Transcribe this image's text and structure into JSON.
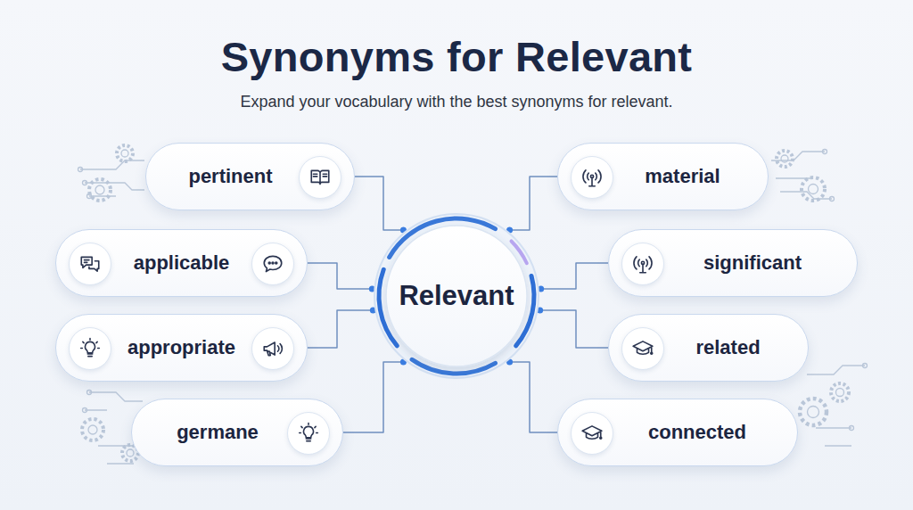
{
  "diagram": {
    "title": "Synonyms for Relevant",
    "caption": "Expand your vocabulary with the best synonyms for relevant.",
    "nodes": [
      {
        "text": [
          "Relevant"
        ]
      },
      {
        "text": [
          "pertinent"
        ]
      },
      {
        "text": [
          "applicable"
        ]
      },
      {
        "text": [
          "appropriate"
        ]
      },
      {
        "text": [
          "germane"
        ]
      },
      {
        "text": [
          "material"
        ]
      },
      {
        "text": [
          "significant"
        ]
      },
      {
        "text": [
          "related"
        ]
      },
      {
        "text": [
          "connected"
        ]
      }
    ],
    "edges": [
      {
        "from": 0,
        "to": 1,
        "arrow": "none"
      },
      {
        "from": 0,
        "to": 2,
        "arrow": "none"
      },
      {
        "from": 0,
        "to": 3,
        "arrow": "none"
      },
      {
        "from": 0,
        "to": 4,
        "arrow": "none"
      },
      {
        "from": 0,
        "to": 5,
        "arrow": "none"
      },
      {
        "from": 0,
        "to": 6,
        "arrow": "none"
      },
      {
        "from": 0,
        "to": 7,
        "arrow": "none"
      },
      {
        "from": 0,
        "to": 8,
        "arrow": "none"
      }
    ]
  }
}
